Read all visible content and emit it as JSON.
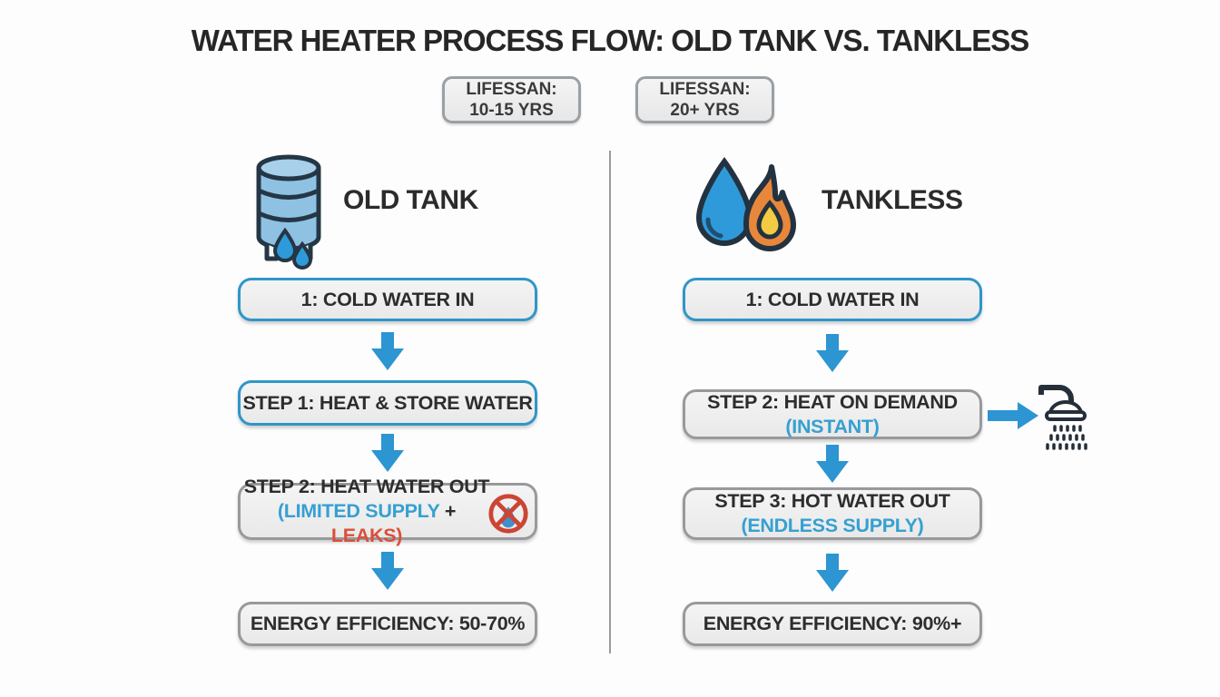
{
  "title": "WATER HEATER PROCESS FLOW: OLD TANK VS. TANKLESS",
  "badges": {
    "old_tank": {
      "line1": "LIFESSAN:",
      "line2": "10-15 YRS"
    },
    "tankless": {
      "line1": "LIFESSAN:",
      "line2": "20+ YRS"
    }
  },
  "columns": {
    "old_tank": {
      "label": "OLD TANK",
      "icon": "leaking-water-tank",
      "steps": [
        {
          "text": "1: COLD WATER IN"
        },
        {
          "text": "STEP 1: HEAT & STORE WATER"
        },
        {
          "text": "STEP 2: HEAT WATER OUT",
          "sub_parts": {
            "blue": "(LIMITED SUPPLY",
            "plus": " + ",
            "red": "LEAKS)"
          },
          "icon": "no-leaks"
        },
        {
          "text": "ENERGY EFFICIENCY: 50-70%"
        }
      ]
    },
    "tankless": {
      "label": "TANKLESS",
      "icon": "water-drop-and-flame",
      "steps": [
        {
          "text": "1: COLD WATER IN"
        },
        {
          "text": "STEP 2: HEAT ON DEMAND",
          "sub": "(INSTANT)"
        },
        {
          "text": "STEP 3: HOT WATER OUT",
          "sub": "(ENDLESS SUPPLY)"
        },
        {
          "text": "ENERGY EFFICIENCY: 90%+"
        }
      ]
    }
  },
  "colors": {
    "accent_blue": "#2f96c8",
    "arrow_blue": "#2d95d1",
    "sub_text_blue": "#36a0d2",
    "warning_red": "#d9503c",
    "box_fill": "#eeeeee",
    "gray_border": "#97999c",
    "dark_text": "#2d2d2d",
    "tank_fill": "#8fc1e3",
    "drop_blue": "#2f9ad9",
    "flame_orange": "#e8873b",
    "flame_yellow": "#f2ca43",
    "outline_dark": "#253645"
  }
}
